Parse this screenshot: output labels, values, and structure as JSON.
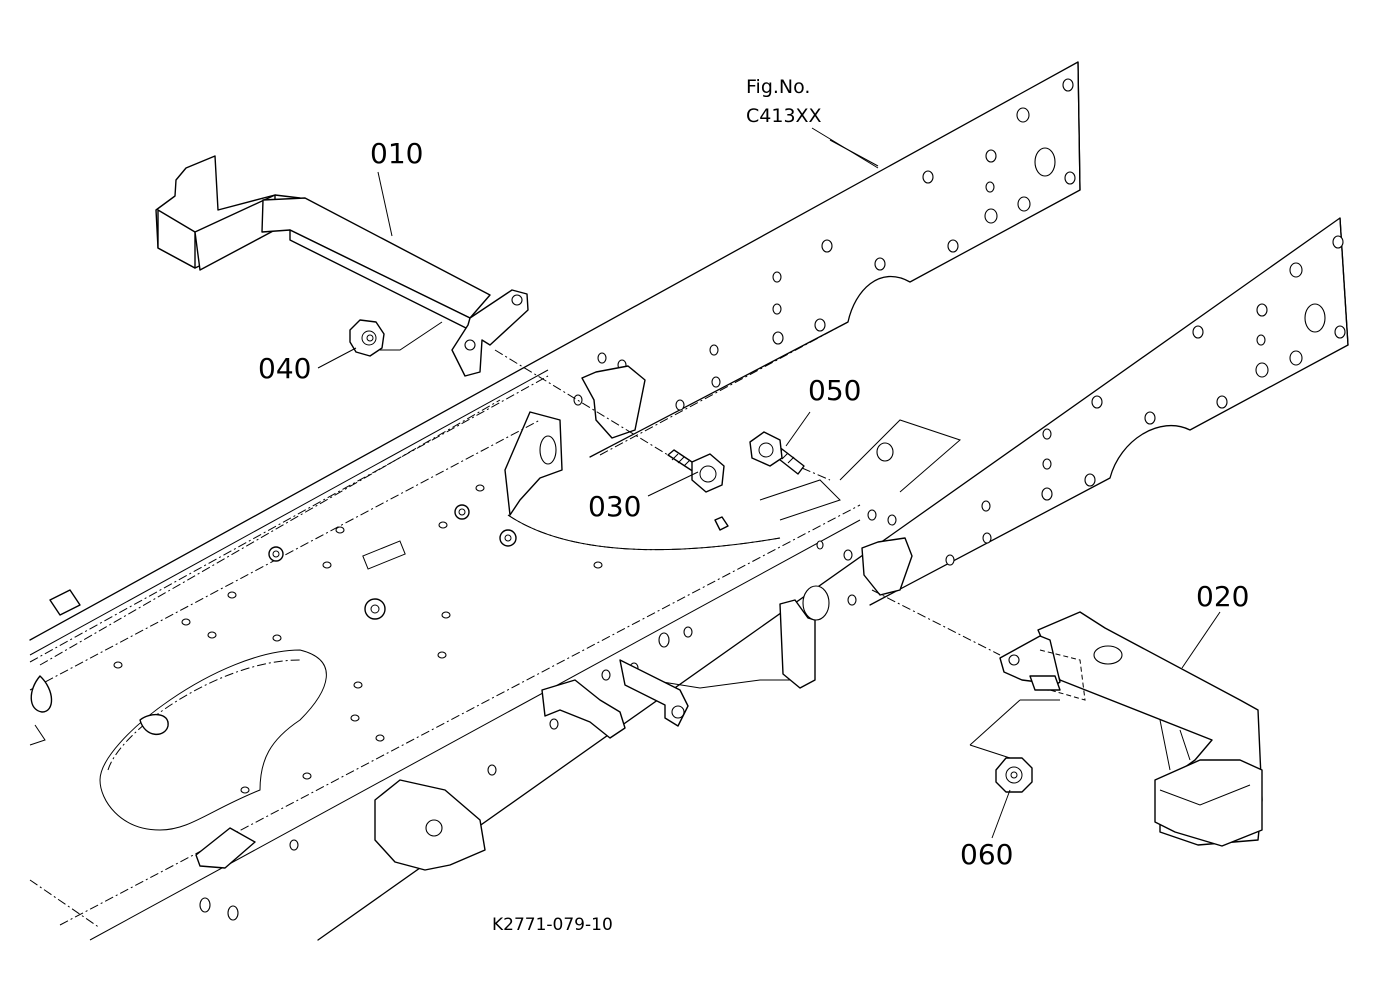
{
  "figure": {
    "fig_label": "Fig.No.",
    "fig_code": "C413XX",
    "drawing_number": "K2771-079-10"
  },
  "callouts": [
    {
      "id": "p010",
      "label": "010"
    },
    {
      "id": "p020",
      "label": "020"
    },
    {
      "id": "p030",
      "label": "030"
    },
    {
      "id": "p040",
      "label": "040"
    },
    {
      "id": "p050",
      "label": "050"
    },
    {
      "id": "p060",
      "label": "060"
    }
  ]
}
